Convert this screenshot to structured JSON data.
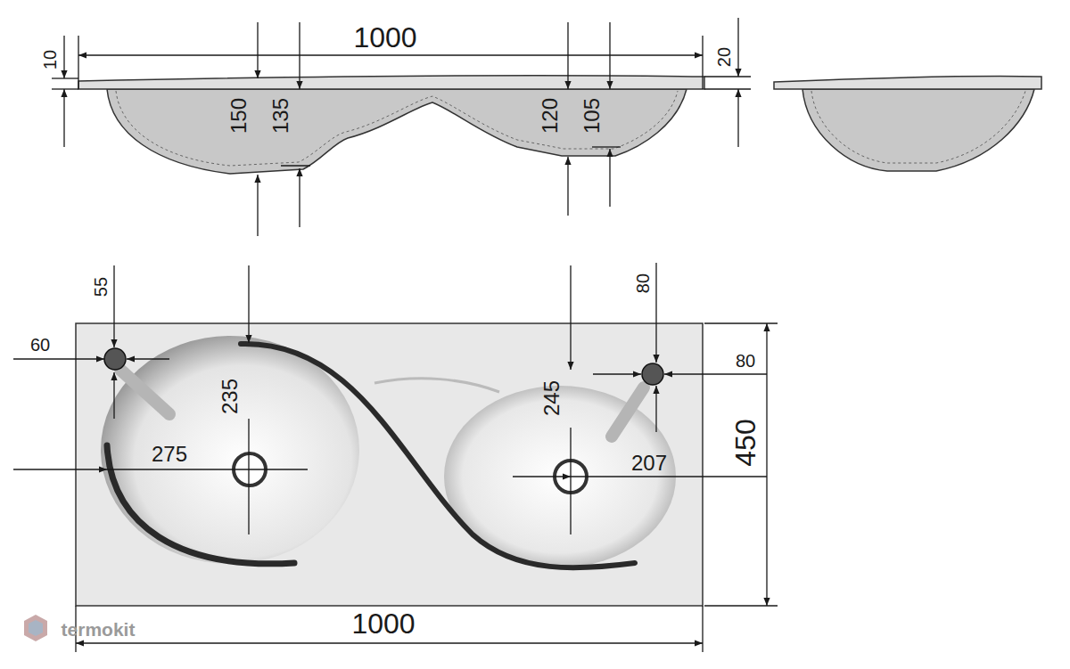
{
  "diagram": {
    "labels": [
      "10",
      "1000",
      "20",
      "150",
      "135",
      "120",
      "105",
      "55",
      "80",
      "60",
      "80",
      "235",
      "245",
      "275",
      "207",
      "450",
      "1000",
      "termokit"
    ]
  }
}
